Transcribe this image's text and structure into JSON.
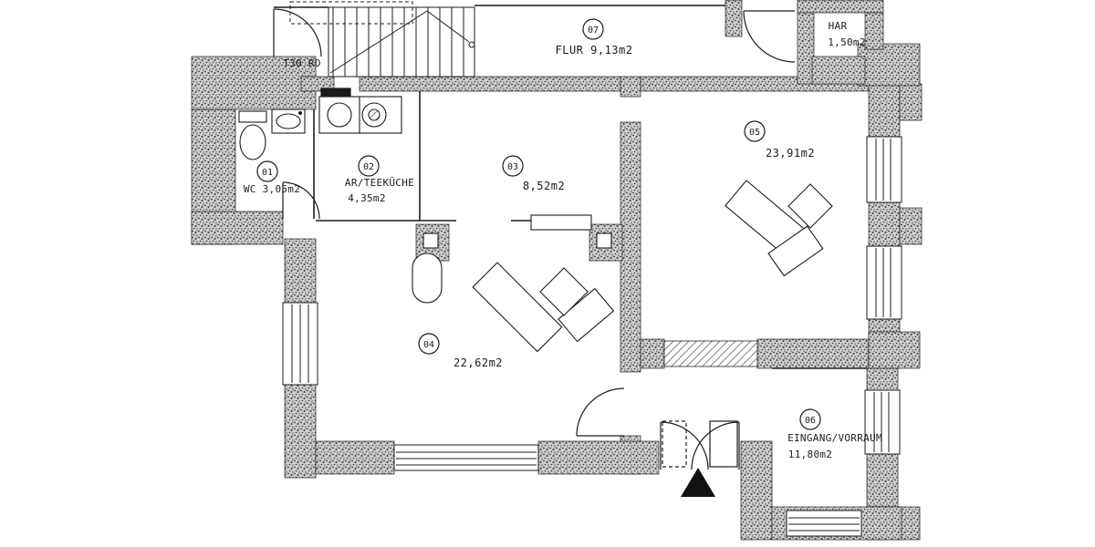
{
  "plan": {
    "ink": "#1c1c1c",
    "wall_tone": "#c9c9c9",
    "rooms": [
      {
        "number": "01",
        "line1": "WC 3,05m2",
        "line2": ""
      },
      {
        "number": "02",
        "line1": "AR/TEEKÜCHE",
        "line2": "4,35m2"
      },
      {
        "number": "03",
        "line1": "8,52m2",
        "line2": ""
      },
      {
        "number": "04",
        "line1": "22,62m2",
        "line2": ""
      },
      {
        "number": "05",
        "line1": "23,91m2",
        "line2": ""
      },
      {
        "number": "06",
        "line1": "EINGANG/VORRAUM",
        "line2": "11,80m2"
      },
      {
        "number": "07",
        "line1": "FLUR 9,13m2",
        "line2": ""
      }
    ],
    "annotations": {
      "door_label": "T30 RD",
      "har_name": "HAR",
      "har_area": "1,50m2"
    }
  }
}
